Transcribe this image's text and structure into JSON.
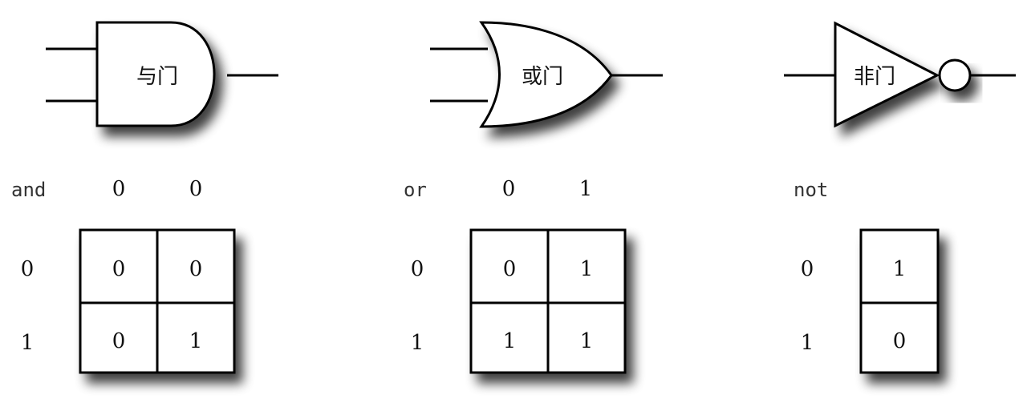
{
  "gates": [
    {
      "id": "and",
      "name": "与门",
      "op": "and",
      "col_headers": [
        "0",
        "0"
      ],
      "row_headers": [
        "0",
        "1"
      ],
      "cells": [
        [
          "0",
          "0"
        ],
        [
          "0",
          "1"
        ]
      ]
    },
    {
      "id": "or",
      "name": "或门",
      "op": "or",
      "col_headers": [
        "0",
        "1"
      ],
      "row_headers": [
        "0",
        "1"
      ],
      "cells": [
        [
          "0",
          "1"
        ],
        [
          "1",
          "1"
        ]
      ]
    },
    {
      "id": "not",
      "name": "非门",
      "op": "not",
      "col_headers": [],
      "row_headers": [
        "0",
        "1"
      ],
      "cells": [
        [
          "1"
        ],
        [
          "0"
        ]
      ]
    }
  ],
  "colors": {
    "stroke": "#000000",
    "fill": "#ffffff",
    "shadow": "#000000"
  }
}
